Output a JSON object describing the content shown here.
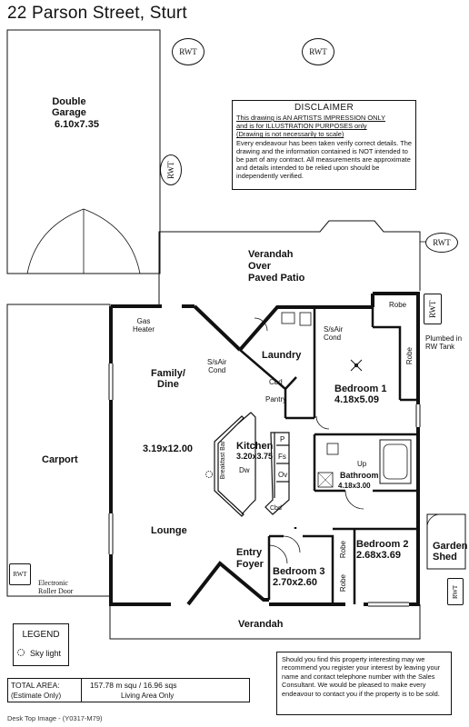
{
  "title": "22 Parson Street, Sturt",
  "rooms": {
    "garage_name": "Double\nGarage",
    "garage_dims": "6.10x7.35",
    "verandah_patio": "Verandah\nOver\nPaved Patio",
    "gas_heater": "Gas\nHeater",
    "ssair_family": "S/sAir\nCond",
    "ssair_bed": "S/sAir\nCond",
    "laundry": "Laundry",
    "cbd": "Cbd",
    "pantry": "Pantry",
    "robe_bed1_top": "Robe",
    "robe_bed1_side": "Robe",
    "family_dine": "Family/\nDine",
    "family_dims": "3.19x12.00",
    "bedroom1": "Bedroom 1",
    "bedroom1_dims": "4.18x5.09",
    "kitchen": "Kitchen",
    "kitchen_dims": "3.20x3.75",
    "breakfast_bar": "Breakfast Bar",
    "p": "P",
    "fs": "Fs",
    "ov": "Ov",
    "dw": "Dw",
    "cbd2": "Cbd",
    "up": "Up",
    "bathroom": "Bathroom",
    "bathroom_dims": "4.18x3.00",
    "carport": "Carport",
    "lounge": "Lounge",
    "bedroom2": "Bedroom 2",
    "bedroom2_dims": "2.68x3.69",
    "robe_b2": "Robe",
    "robe_b3": "Robe",
    "entry": "Entry\nFoyer",
    "bedroom3": "Bedroom 3",
    "bedroom3_dims": "2.70x2.60",
    "garden_shed": "Garden\nShed",
    "electronic_door": "Electronic\nRoller Door",
    "verandah_front": "Verandah",
    "plumbed": "Plumbed in\nRW Tank",
    "rwt": "RWT"
  },
  "disclaimer": {
    "heading": "DISCLAIMER",
    "line1": "This drawing is AN ARTISTS IMPRESSION ONLY",
    "line2": "and is for ILLUSTRATION PURPOSES only",
    "line3": "(Drawing is not necessarily to scale)",
    "body": "Every endeavour has been taken verify correct details. The drawing and the information contained is NOT intended to be part of any contract.  All measurements are approximate and details intended to be relied upon should be independently verified."
  },
  "legend": {
    "title": "LEGEND",
    "skylight": "Sky light"
  },
  "area": {
    "label": "TOTAL AREA:",
    "sub": "(Estimate Only)",
    "value": "157.78 m squ / 16.96 sqs",
    "living": "Living Area Only"
  },
  "contact": "Should you find this property interesting may we recommend you register your interest by leaving your name and contact telephone number with the Sales Consultant. We would be pleased to make every endeavour to contact you if the property is to be sold.",
  "footer": "Desk Top Image - (Y0317-M79)"
}
